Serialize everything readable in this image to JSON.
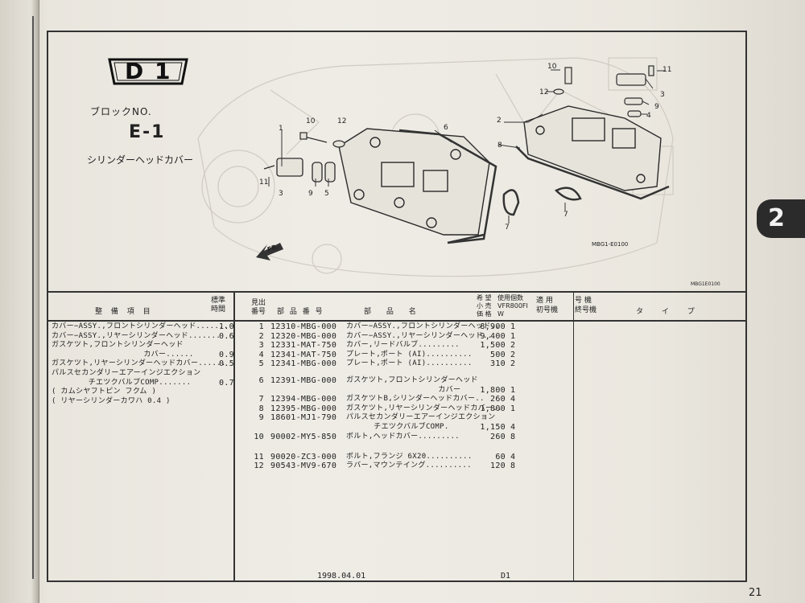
{
  "header": {
    "block_code": "D 1",
    "block_no_label": "ブロックNO.",
    "block_no": "E-1",
    "block_name": "シリンダーヘッドカバー",
    "section_tab": "2"
  },
  "diagram": {
    "callouts": [
      "1",
      "2",
      "3",
      "4",
      "5",
      "6",
      "7",
      "8",
      "9",
      "10",
      "11",
      "12"
    ],
    "fr_label": "FR.",
    "code1": "MBG1-E0100",
    "code2": "MBG1E0100"
  },
  "table": {
    "headers": {
      "maintenance_item": "整 備 項 目",
      "std_time": "標準\n時間",
      "ref_no": "見出\n番号",
      "part_no": "部 品 番 号",
      "part_name": "部 品 名",
      "price": "希 望\n小 売\n価 格",
      "qty": "使用個数\nVFR800FI\nW",
      "apply": "適 用\n初号機",
      "model": "号 機\n終号機",
      "type": "タ イ プ"
    },
    "maintenance": [
      {
        "item": "カバー−ASSY.,フロントシリンダーヘッド.......",
        "time": "1.0"
      },
      {
        "item": "カバー−ASSY.,リヤーシリンダーヘッド.......",
        "time": "0.6"
      },
      {
        "item": "ガスケツト,フロントシリンダーヘッド",
        "time": ""
      },
      {
        "item": "                    カバー......",
        "time": "0.9"
      },
      {
        "item": "ガスケツト,リヤーシリンダーヘッドカバー......",
        "time": "0.5"
      },
      {
        "item": "パルスセカンダリーエアーインジエクション",
        "time": ""
      },
      {
        "item": "        チエツクバルブCOMP.......",
        "time": "0.7"
      },
      {
        "item": "( カムシヤフトピン フクム )",
        "time": ""
      },
      {
        "item": "( リヤーシリンダーカワハ 0.4 )",
        "time": ""
      }
    ],
    "parts": [
      {
        "ref": "1",
        "no": "12310-MBG-000",
        "name": "カバー−ASSY.,フロントシリンダーヘッド..",
        "price": "8,900",
        "qty": "1"
      },
      {
        "ref": "2",
        "no": "12320-MBG-000",
        "name": "カバー−ASSY.,リヤーシリンダーヘッド..",
        "price": "9,400",
        "qty": "1"
      },
      {
        "ref": "3",
        "no": "12331-MAT-750",
        "name": "カバー,リードバルブ.........",
        "price": "1,500",
        "qty": "2"
      },
      {
        "ref": "4",
        "no": "12341-MAT-750",
        "name": "プレート,ポート (AI)..........",
        "price": "500",
        "qty": "2"
      },
      {
        "ref": "5",
        "no": "12341-MBG-000",
        "name": "プレート,ポート (AI)..........",
        "price": "310",
        "qty": "2"
      },
      {
        "ref": "6",
        "no": "12391-MBG-000",
        "name": "ガスケツト,フロントシリンダーヘッド",
        "price": "",
        "qty": ""
      },
      {
        "ref": "",
        "no": "",
        "name": "                    カバー",
        "price": "1,800",
        "qty": "1"
      },
      {
        "ref": "7",
        "no": "12394-MBG-000",
        "name": "ガスケツトB,シリンダーヘッドカバー..",
        "price": "260",
        "qty": "4"
      },
      {
        "ref": "8",
        "no": "12395-MBG-000",
        "name": "ガスケツト,リヤーシリンダーヘッドカバー..",
        "price": "1,800",
        "qty": "1"
      },
      {
        "ref": "9",
        "no": "18601-MJ1-790",
        "name": "パルスセカンダリーエアーインジエクション",
        "price": "",
        "qty": ""
      },
      {
        "ref": "",
        "no": "",
        "name": "      チエツクバルブCOMP.",
        "price": "1,150",
        "qty": "4"
      },
      {
        "ref": "10",
        "no": "90002-MY5-850",
        "name": "ボルト,ヘッドカバー.........",
        "price": "260",
        "qty": "8"
      },
      {
        "ref": "",
        "no": "",
        "name": "",
        "price": "",
        "qty": ""
      },
      {
        "ref": "11",
        "no": "90020-ZC3-000",
        "name": "ボルト,フランジ 6X20..........",
        "price": "60",
        "qty": "4"
      },
      {
        "ref": "12",
        "no": "90543-MV9-670",
        "name": "ラバー,マウンテイング..........",
        "price": "120",
        "qty": "8"
      }
    ]
  },
  "footer": {
    "date": "1998.04.01",
    "code": "D1",
    "page": "21"
  }
}
